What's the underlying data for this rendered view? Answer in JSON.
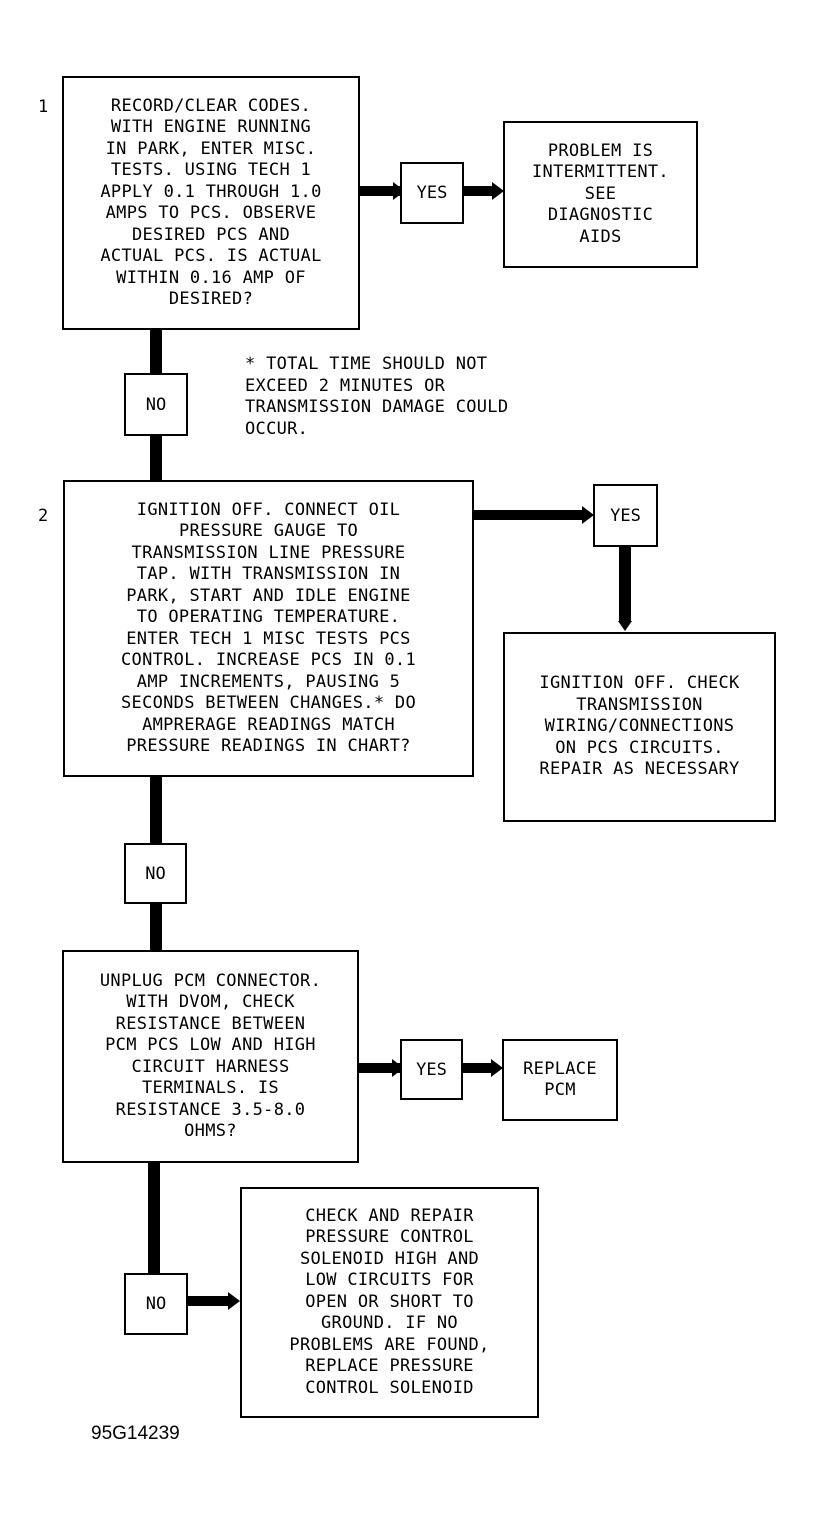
{
  "steps": [
    {
      "number": "1",
      "text": "RECORD/CLEAR CODES.\nWITH ENGINE RUNNING\nIN PARK, ENTER MISC.\nTESTS. USING TECH 1\nAPPLY 0.1 THROUGH 1.0\nAMPS TO PCS. OBSERVE\nDESIRED PCS AND\nACTUAL PCS. IS ACTUAL\nWITHIN 0.16 AMP OF\nDESIRED?"
    },
    {
      "number": "2",
      "text": "IGNITION OFF. CONNECT OIL\nPRESSURE GAUGE TO\nTRANSMISSION LINE PRESSURE\nTAP. WITH TRANSMISSION IN\nPARK, START AND IDLE ENGINE\nTO OPERATING TEMPERATURE.\nENTER TECH 1 MISC TESTS PCS\nCONTROL. INCREASE PCS IN 0.1\nAMP INCREMENTS, PAUSING 5\nSECONDS BETWEEN CHANGES.* DO\nAMPRERAGE READINGS MATCH\nPRESSURE READINGS IN CHART?"
    },
    {
      "number": "",
      "text": "UNPLUG PCM CONNECTOR.\nWITH DVOM, CHECK\nRESISTANCE BETWEEN\nPCM PCS LOW AND HIGH\nCIRCUIT HARNESS\nTERMINALS. IS\nRESISTANCE 3.5-8.0\nOHMS?"
    }
  ],
  "results": {
    "intermittent": "PROBLEM IS\nINTERMITTENT.\nSEE\nDIAGNOSTIC\nAIDS",
    "check_wiring": "IGNITION OFF. CHECK\nTRANSMISSION\nWIRING/CONNECTIONS\nON PCS CIRCUITS.\nREPAIR AS NECESSARY",
    "replace_pcm": "REPLACE\nPCM",
    "check_solenoid": "CHECK AND REPAIR\nPRESSURE CONTROL\nSOLENOID HIGH AND\nLOW CIRCUITS FOR\nOPEN OR SHORT TO\nGROUND. IF NO\nPROBLEMS ARE FOUND,\nREPLACE PRESSURE\nCONTROL SOLENOID"
  },
  "labels": {
    "yes": "YES",
    "no": "NO"
  },
  "note": "* TOTAL TIME SHOULD NOT\nEXCEED 2 MINUTES OR\nTRANSMISSION DAMAGE COULD\nOCCUR.",
  "figure_id": "95G14239"
}
